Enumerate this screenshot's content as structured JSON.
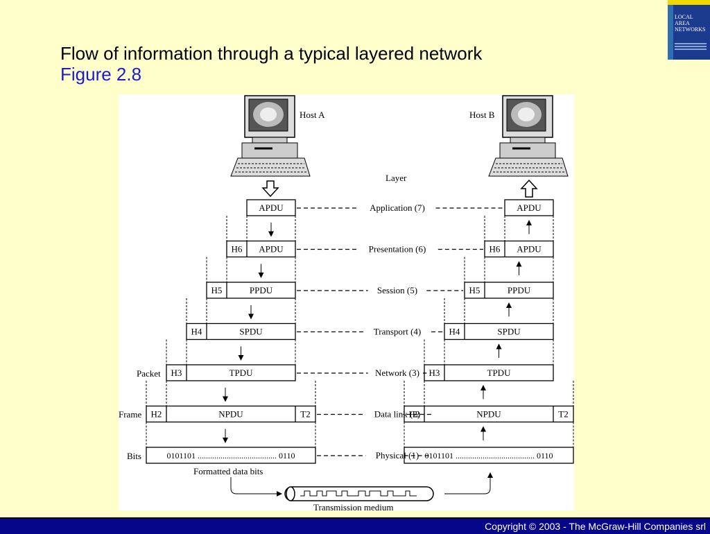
{
  "title": "Flow of information through a typical layered network",
  "subtitle": "Figure 2.8",
  "book_cover": {
    "text_lines": [
      "LOCAL",
      "AREA",
      "NETWORKS"
    ],
    "colors": {
      "cover": "#1c3b8f",
      "strip": "#f2d600"
    }
  },
  "diagram": {
    "host_a": "Host A",
    "host_b": "Host B",
    "layer_header": "Layer",
    "layers": [
      {
        "label": "Application (7)",
        "pdu": "APDU",
        "header": ""
      },
      {
        "label": "Presentation (6)",
        "pdu": "APDU",
        "header": "H6"
      },
      {
        "label": "Session (5)",
        "pdu": "PPDU",
        "header": "H5"
      },
      {
        "label": "Transport (4)",
        "pdu": "SPDU",
        "header": "H4"
      },
      {
        "label": "Network (3)",
        "pdu": "TPDU",
        "header": "H3"
      },
      {
        "label": "Data link (2)",
        "pdu": "NPDU",
        "header": "H2",
        "trailer": "T2"
      },
      {
        "label": "Physical (1)",
        "pdu": "0101101 ...................................... 0110",
        "header": ""
      }
    ],
    "side_labels": {
      "packet": "Packet",
      "frame": "Frame",
      "bits": "Bits"
    },
    "formatted_label": "Formatted data bits",
    "medium_label": "Transmission medium"
  },
  "footer": {
    "copyright": "Copyright © 2003 - The McGraw-Hill Companies srl",
    "bar_color": "#06068a"
  },
  "colors": {
    "background": "#ffffcc",
    "title": "#000000",
    "subtitle": "#1a1ad6"
  }
}
